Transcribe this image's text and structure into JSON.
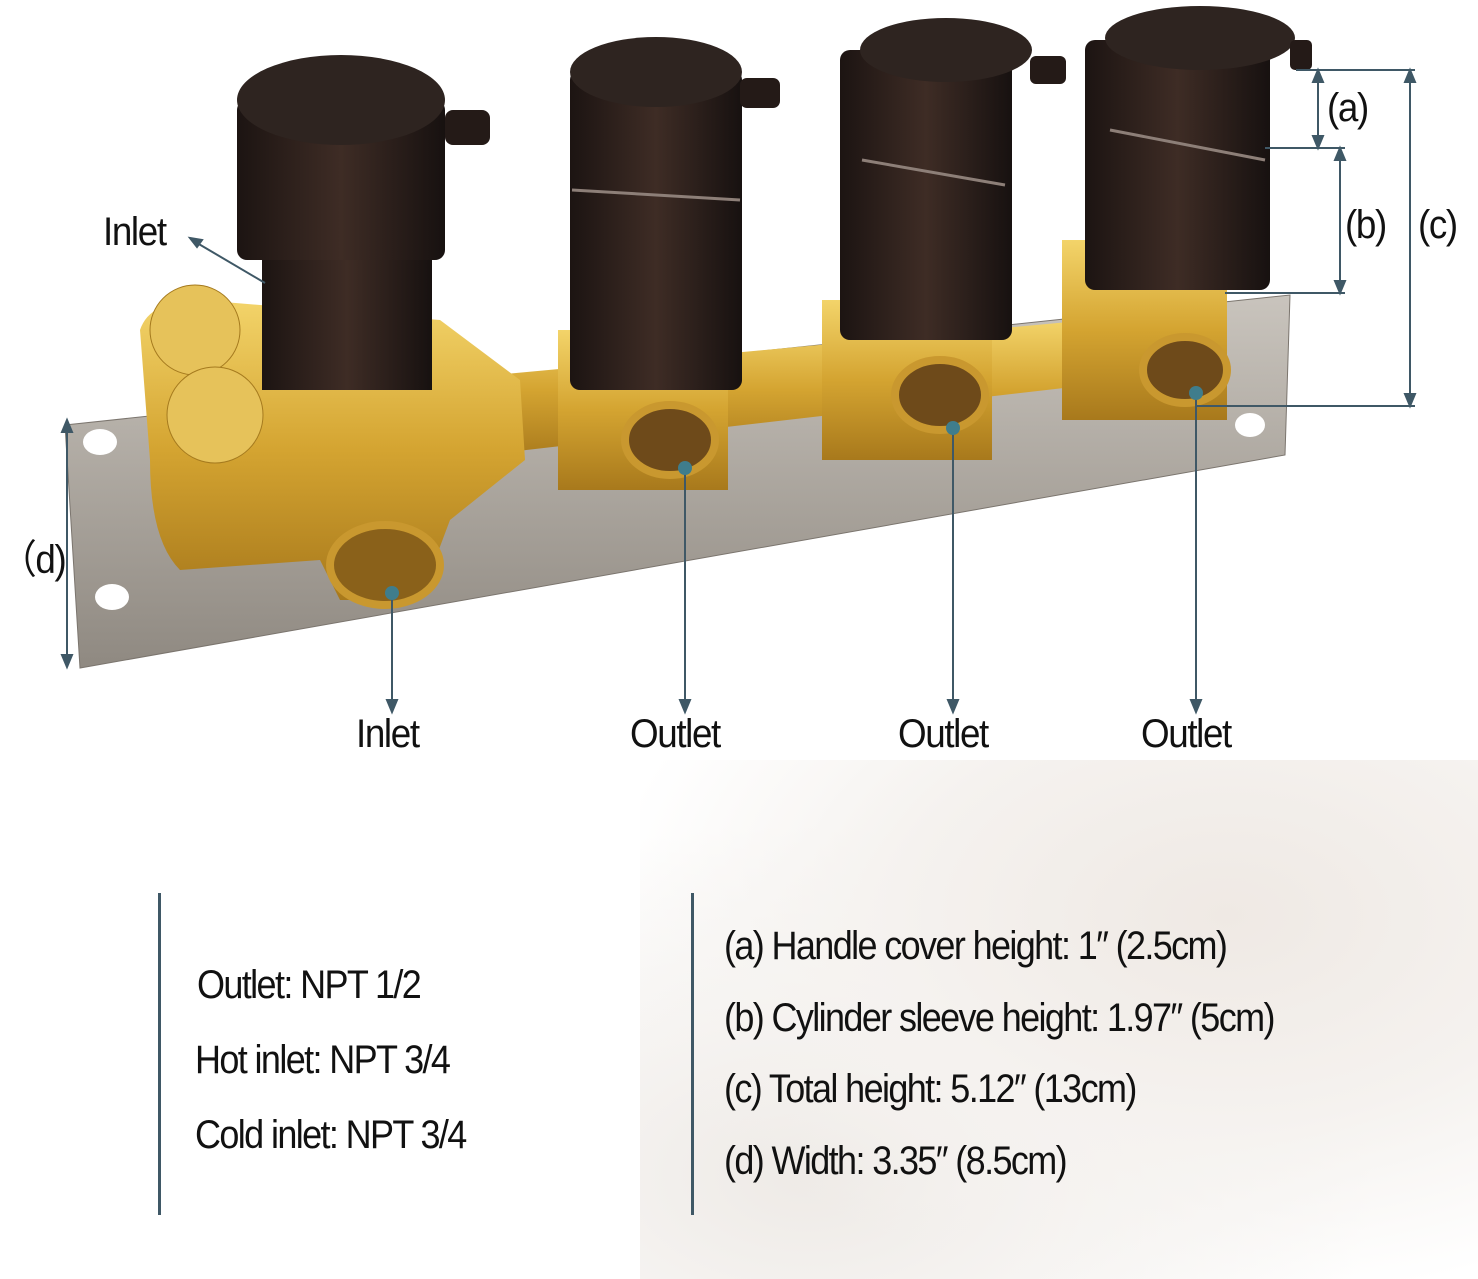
{
  "callouts": {
    "inlet_top": "Inlet",
    "inlet_bottom": "Inlet",
    "outlet_1": "Outlet",
    "outlet_2": "Outlet",
    "outlet_3": "Outlet",
    "dim_a": "(a)",
    "dim_b": "(b)",
    "dim_c": "(c)",
    "dim_d": "（d)"
  },
  "connections": [
    "Outlet: NPT 1/2",
    "Hot inlet: NPT 3/4",
    "Cold inlet: NPT 3/4"
  ],
  "dimensions": [
    "(a) Handle cover height: 1″  (2.5cm)",
    "(b) Cylinder sleeve height: 1.97″  (5cm)",
    "(c) Total height: 5.12″  (13cm)",
    "(d) Width: 3.35″  (8.5cm)"
  ],
  "colors": {
    "line": "#3f5866",
    "brass": "#d9ad3c",
    "bronze": "#2b201c",
    "plate": "#a9a39b"
  }
}
